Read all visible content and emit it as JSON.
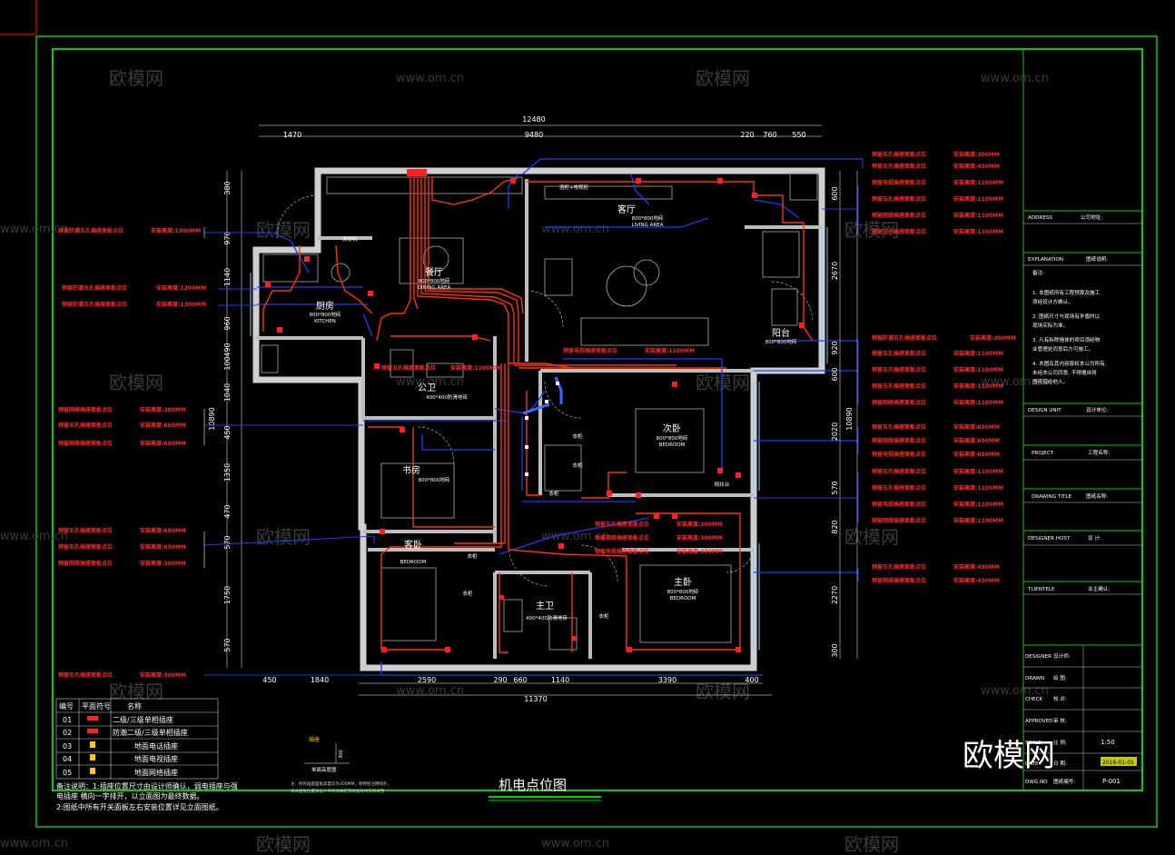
{
  "drawing_title": "机电点位图",
  "sheet_number": "P-001",
  "scale": "1:50",
  "brand_watermark": "欧模网",
  "site_watermark": "www.om.cn",
  "rooms": [
    {
      "name": "客厅",
      "sub": "800*800地砖",
      "sub2": "LIVING AREA"
    },
    {
      "name": "阳台",
      "sub": "800*800地砖"
    },
    {
      "name": "餐厅",
      "sub": "800*800地砖",
      "sub2": "DINING AREA"
    },
    {
      "name": "厨房",
      "sub": "800*800地砖",
      "sub2": "KITCHEN"
    },
    {
      "name": "公卫",
      "sub": "400*400防滑地砖"
    },
    {
      "name": "书房",
      "sub": "800*800地砖"
    },
    {
      "name": "次卧",
      "sub": "800*800地砖",
      "sub2": "BEDROOM"
    },
    {
      "name": "主卧",
      "sub": "800*800地砖",
      "sub2": "BEDROOM"
    },
    {
      "name": "主卫",
      "sub": "400*400防滑地砖"
    },
    {
      "name": "客卧",
      "sub": "BEDROOM"
    }
  ],
  "furniture_labels": [
    "洗衣机",
    "酒柜+电视柜",
    "衣柜",
    "衣柜",
    "衣柜",
    "衣柜",
    "衣柜",
    "梳妆台",
    "衣柜"
  ],
  "dims_top": {
    "total": "12480",
    "segments": [
      "1470",
      "9480",
      "220",
      "760",
      "550"
    ]
  },
  "dims_bottom": {
    "total": "11370",
    "segments": [
      "450",
      "1840",
      "2590",
      "290",
      "660",
      "1140",
      "3390",
      "400"
    ]
  },
  "dims_left": {
    "total": "10890",
    "segments": [
      "380",
      "970",
      "1140",
      "960",
      "490",
      "100",
      "1040",
      "450",
      "1350",
      "470",
      "570",
      "1750",
      "570"
    ]
  },
  "dims_right": {
    "total": "10890",
    "segments": [
      "600",
      "2670",
      "920",
      "600",
      "2020",
      "570",
      "820",
      "2270",
      "300"
    ]
  },
  "notes_left": [
    {
      "text": "预留防潮五孔插座面板点位",
      "height": "安装高度:1300MM"
    },
    {
      "text": "预留防潮五孔插座面板点位",
      "height": "安装高度:1200MM"
    },
    {
      "text": "预留防潮五孔插座面板点位",
      "height": "安装高度:1300MM"
    },
    {
      "text": "预留网络插座面板点位",
      "height": "安装高度:300MM"
    },
    {
      "text": "预留五孔插座面板点位",
      "height": "安装高度:650MM"
    },
    {
      "text": "预留网络插座面板点位",
      "height": "安装高度:650MM"
    },
    {
      "text": "预留五孔插座面板点位",
      "height": "安装高度:650MM"
    },
    {
      "text": "预留五孔插座面板点位",
      "height": "安装高度:650MM"
    },
    {
      "text": "预留网络插座面板点位",
      "height": "安装高度:300MM"
    },
    {
      "text": "预留五孔插座面板点位",
      "height": "安装高度:300MM"
    }
  ],
  "notes_right": [
    {
      "text": "预留五孔插座面板点位",
      "height": "安装高度:300MM"
    },
    {
      "text": "预留五孔插座面板点位",
      "height": "安装高度:450MM"
    },
    {
      "text": "预留电视插座面板点位",
      "height": "安装高度:1100MM"
    },
    {
      "text": "预留五孔插座面板点位",
      "height": "安装高度:1100MM"
    },
    {
      "text": "预留网络插座面板点位",
      "height": "安装高度:1100MM"
    },
    {
      "text": "预留五孔插座面板点位",
      "height": "安装高度:1100MM"
    },
    {
      "text": "预留防潮五孔插座面板点位",
      "height": "安装高度:300MM"
    },
    {
      "text": "预留五孔插座面板点位",
      "height": "安装高度:1100MM"
    },
    {
      "text": "预留五孔插座面板点位",
      "height": "安装高度:1100MM"
    },
    {
      "text": "预留五孔插座面板点位",
      "height": "安装高度:1100MM"
    },
    {
      "text": "预留网络插座面板点位",
      "height": "安装高度:1100MM"
    },
    {
      "text": "预留五孔插座面板点位",
      "height": "安装高度:650MM"
    },
    {
      "text": "预留网络插座面板点位",
      "height": "安装高度:650MM"
    },
    {
      "text": "预留电视插座面板点位",
      "height": "安装高度:650MM"
    },
    {
      "text": "预留五孔插座面板点位",
      "height": "安装高度:1100MM"
    },
    {
      "text": "预留五孔插座面板点位",
      "height": "安装高度:1100MM"
    },
    {
      "text": "预留电视插座面板点位",
      "height": "安装高度:1100MM"
    },
    {
      "text": "预留网络插座面板点位",
      "height": "安装高度:1100MM"
    },
    {
      "text": "预留五孔插座面板点位",
      "height": "安装高度:450MM"
    },
    {
      "text": "预留网络插座面板点位",
      "height": "安装高度:450MM"
    }
  ],
  "notes_center": [
    {
      "text": "预留电视插座面板点位",
      "height": "安装高度:1100MM"
    },
    {
      "text": "预留五孔插座面板点位",
      "height": "安装高度:1100MM"
    },
    {
      "text": "预留五孔插座面板点位",
      "height": "安装高度:300MM"
    },
    {
      "text": "预留网络插座面板点位",
      "height": "安装高度:300MM"
    },
    {
      "text": "预留电视插座面板点位",
      "height": "安装高度:300MM"
    }
  ],
  "legend": {
    "headers": [
      "编号",
      "平面符号",
      "名称"
    ],
    "rows": [
      {
        "no": "01",
        "name": "二级/三级单相插座"
      },
      {
        "no": "02",
        "name": "防潮二级/三级单相插座"
      },
      {
        "no": "03",
        "name": "地面电话插座"
      },
      {
        "no": "04",
        "name": "地面电视插座"
      },
      {
        "no": "05",
        "name": "地面网络插座"
      }
    ]
  },
  "footnotes": [
    "备注说明：1:插座位置尺寸由设计师确认，弱电插座与强",
    "电插座  横向一字排开，以立面图为最终数据。",
    "2:图纸中所有开关面板左右安装位置详见立面图纸。"
  ],
  "mini_detail": {
    "title": "插座",
    "label": "单面高度图",
    "dim": "300"
  },
  "small_note": [
    "注：所有插座面板高度均为300MM，除特别注明除外，",
    "具体面板位置按设计师现场确定或根据现场实际调整"
  ],
  "title_block": [
    {
      "en": "ADDRESS",
      "cn": "公司地址:"
    },
    {
      "en": "EXPLANATION",
      "cn": "图纸说明:"
    },
    {
      "en": "DESIGN UNIT",
      "cn": "设计单位:"
    },
    {
      "en": "PROJECT",
      "cn": "工程名称:"
    },
    {
      "en": "DRAWING TITLE",
      "cn": "图纸名称:"
    },
    {
      "en": "DESIGNER HOST",
      "cn": "设    计:"
    },
    {
      "en": "TLIENTELE",
      "cn": "业主确认:"
    }
  ],
  "explanation": [
    "备注:",
    "1. 本图纸所有工程预算及施工",
    "   须经设计方确认。",
    "2. 图纸尺寸与现场有矛盾时以",
    "   现场实际为准。",
    "3. 凡有拆除墙体的项目须经物",
    "   业管理处同意后方可施工。",
    "4. 本图及其内容版权本公司所有,",
    "   未经本公司同意, 不得擅自将",
    "   图纸借给他人。"
  ],
  "title_block_rows": [
    {
      "en": "DESIGNER",
      "cn": "设计师:"
    },
    {
      "en": "DRAWN",
      "cn": "绘    图:"
    },
    {
      "en": "CHECK",
      "cn": "校    对:"
    },
    {
      "en": "APPROVED",
      "cn": "审    核:"
    },
    {
      "en": "SCALE",
      "cn": "比    例:"
    },
    {
      "en": "DATE",
      "cn": "日    期:"
    },
    {
      "en": "DWG.NO",
      "cn": "图纸编号:"
    }
  ],
  "date_value": "2016-01-01"
}
